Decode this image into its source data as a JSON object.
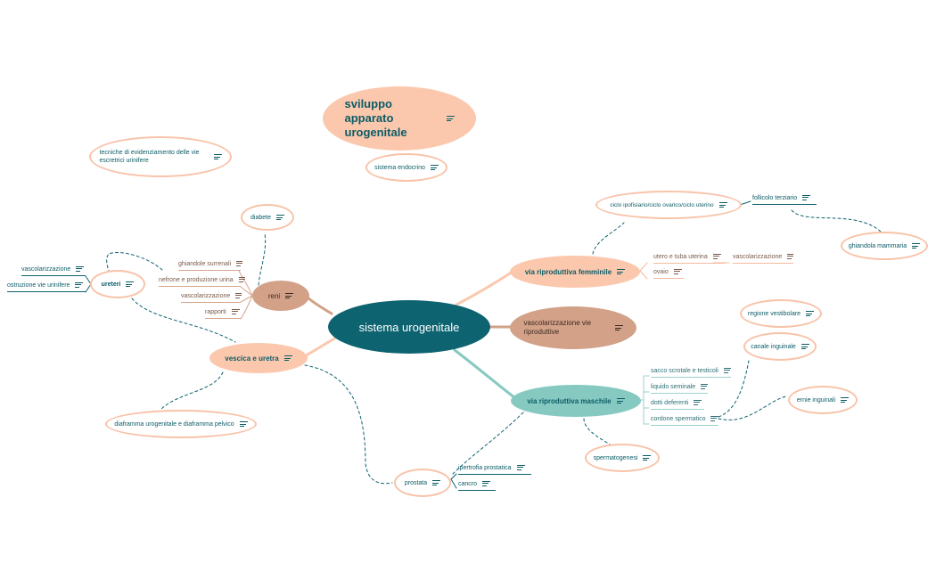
{
  "colors": {
    "center": "#0d6370",
    "peach": "#fbc8ae",
    "tan": "#d2a188",
    "teal": "#86c9c1",
    "outline": "#f8c3a9",
    "dark_text": "#0b5c66"
  },
  "icons": {
    "note": "note-lines-icon"
  },
  "map": {
    "title": "sviluppo apparato urogenitale",
    "title_child": "sistema endocrino",
    "floating_topic": "tecniche di evidenziamento delle vie escretrici urinifere",
    "center": "sistema urogenitale",
    "reni": {
      "label": "reni",
      "leaves": [
        "ghiandole surrenali",
        "nefrone e produzione urina",
        "vascolarizzazione",
        "rapporti"
      ],
      "link": "diabete"
    },
    "ureteri": {
      "label": "ureteri",
      "leaves": [
        "vascolarizzazione",
        "ostruzione vie urinifere"
      ]
    },
    "vescica": {
      "label": "vescica e uretra",
      "link": "diaframma urogenitale e diaframma pelvico"
    },
    "prostata": {
      "label": "prostata",
      "leaves": [
        "ipertrofia prostatica",
        "cancro"
      ]
    },
    "femminile": {
      "label": "via riproduttiva femminile",
      "cycle": "ciclo ipofisiario/ciclo ovarico/ciclo uterino",
      "follicle": "follicolo terziario",
      "breast": "ghiandola mammaria",
      "leaves": [
        "utero e tuba uterina",
        "ovaio"
      ],
      "sub_leaf": "vascolarizzazione"
    },
    "vasc_vie": {
      "label": "vascolarizzazione vie riproduttive"
    },
    "maschile": {
      "label": "via riproduttiva maschile",
      "leaves": [
        "sacco scrotale e testicoli",
        "liquido seminale",
        "dotti deferenti",
        "cordone spermatico"
      ],
      "vestibolare": "regione vestibolare",
      "inguinale": "canale inguinale",
      "ernie": "ernie inguinali",
      "spermatogenesi": "spermatogenesi"
    }
  }
}
